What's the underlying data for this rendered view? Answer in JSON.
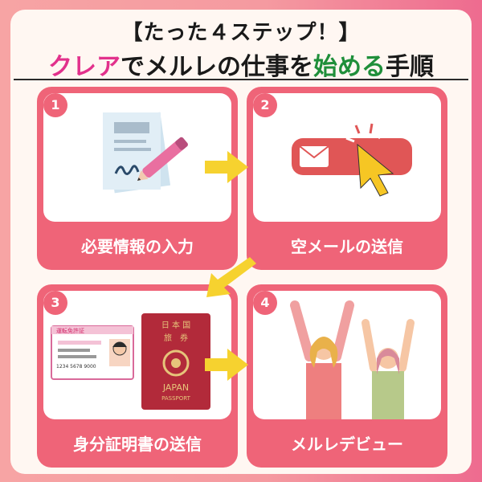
{
  "header": {
    "line1": "【たった４ステップ！】",
    "line2_part1": "クレア",
    "line2_part2": "でメルレの仕事を",
    "line2_part3": "始める",
    "line2_part4": "手順"
  },
  "steps": [
    {
      "number": "1",
      "caption": "必要情報の入力"
    },
    {
      "number": "2",
      "caption": "空メールの送信"
    },
    {
      "number": "3",
      "caption": "身分証明書の送信"
    },
    {
      "number": "4",
      "caption": "メルレデビュー"
    }
  ],
  "passport": {
    "line1": "日 本 国",
    "line2": "旅　券",
    "line3": "JAPAN",
    "line4": "PASSPORT"
  },
  "license": {
    "line1": "運転免許証",
    "line2": "1234 5678 9000"
  },
  "colors": {
    "accent": "#ef6478",
    "pink_text": "#e2318c",
    "green_text": "#1f8f3a",
    "arrow": "#f6d22f"
  }
}
